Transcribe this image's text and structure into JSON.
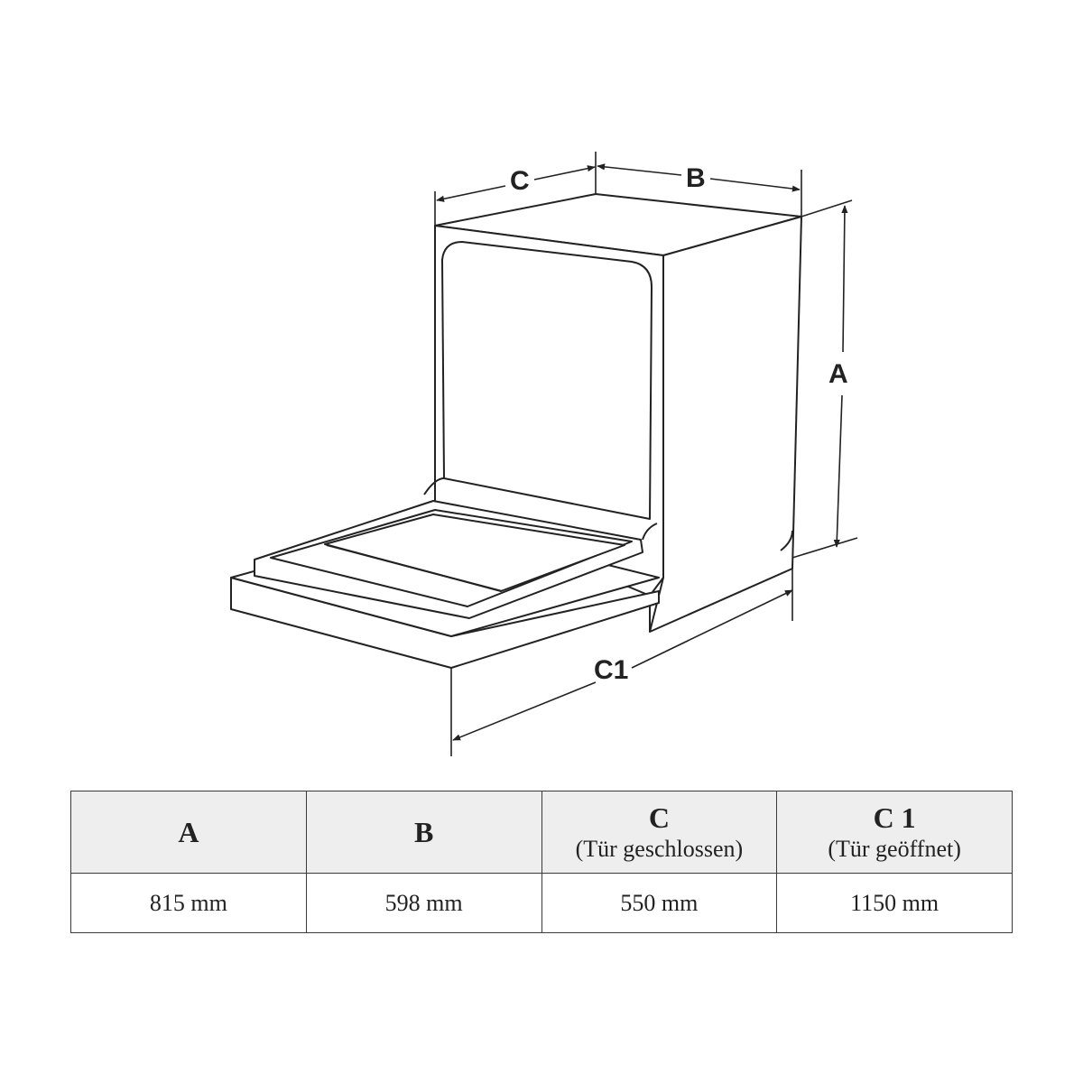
{
  "diagram": {
    "labels": {
      "depth_closed": "C",
      "width": "B",
      "height": "A",
      "depth_open": "C1"
    }
  },
  "table": {
    "columns": [
      {
        "key": "A",
        "note": "",
        "value": "815 mm"
      },
      {
        "key": "B",
        "note": "",
        "value": "598 mm"
      },
      {
        "key": "C",
        "note": "(Tür geschlossen)",
        "value": "550 mm"
      },
      {
        "key": "C 1",
        "note": "(Tür geöffnet)",
        "value": "1150 mm"
      }
    ]
  },
  "colors": {
    "line": "#222222",
    "header_bg": "#eeeeee"
  }
}
